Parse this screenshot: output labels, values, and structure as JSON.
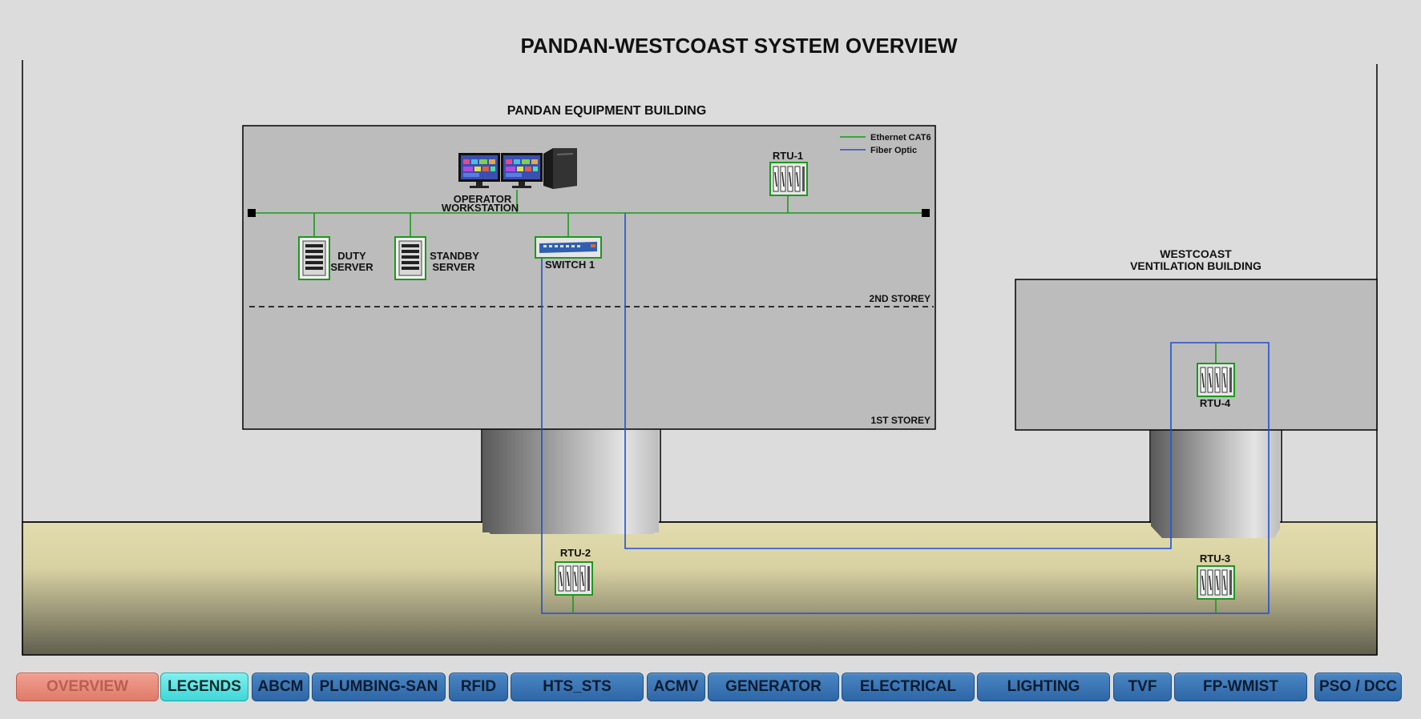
{
  "title": "PANDAN-WESTCOAST SYSTEM OVERVIEW",
  "pandan_building": {
    "label": "PANDAN EQUIPMENT BUILDING",
    "storey_2": "2ND STOREY",
    "storey_1": "1ST STOREY"
  },
  "westcoast_building": {
    "label_line1": "WESTCOAST",
    "label_line2": "VENTILATION BUILDING"
  },
  "legend": {
    "ethernet": "Ethernet CAT6",
    "fiber": "Fiber Optic",
    "ethernet_color": "#1a9a1a",
    "fiber_color": "#1f4fd6"
  },
  "devices": {
    "operator_line1": "OPERATOR",
    "operator_line2": "WORKSTATION",
    "duty_line1": "DUTY",
    "duty_line2": "SERVER",
    "standby_line1": "STANDBY",
    "standby_line2": "SERVER",
    "switch1": "SWITCH 1",
    "rtu1": "RTU-1",
    "rtu2": "RTU-2",
    "rtu3": "RTU-3",
    "rtu4": "RTU-4"
  },
  "nav": [
    {
      "label": "OVERVIEW",
      "active": true
    },
    {
      "label": "LEGENDS"
    },
    {
      "label": "ABCM"
    },
    {
      "label": "PLUMBING-SAN"
    },
    {
      "label": "RFID"
    },
    {
      "label": "HTS_STS"
    },
    {
      "label": "ACMV"
    },
    {
      "label": "GENERATOR"
    },
    {
      "label": "ELECTRICAL"
    },
    {
      "label": "LIGHTING"
    },
    {
      "label": "TVF"
    },
    {
      "label": "FP-WMIST"
    },
    {
      "label": "PSO / DCC"
    }
  ]
}
